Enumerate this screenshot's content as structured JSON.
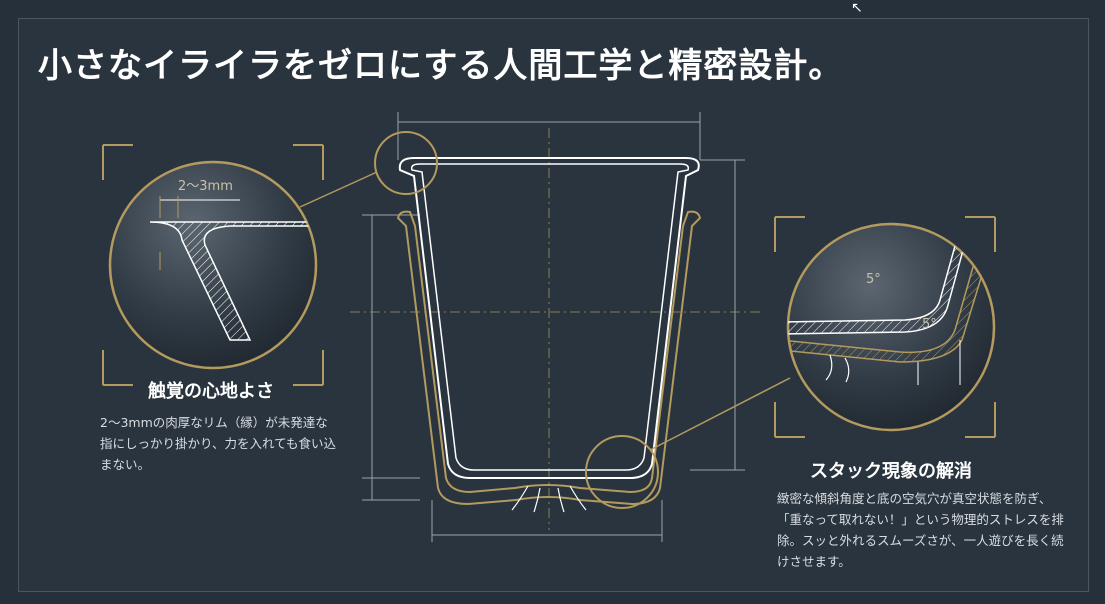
{
  "title": "小さなイライラをゼロにする人間工学と精密設計。",
  "left_callout": {
    "heading": "触覚の心地よさ",
    "body": "2〜3mmの肉厚なリム（縁）が未発達な指にしっかり掛かり、力を入れても食い込まない。",
    "dimension_label": "2〜3mm"
  },
  "right_callout": {
    "heading": "スタック現象の解消",
    "body": "緻密な傾斜角度と底の空気穴が真空状態を防ぎ、「重なって取れない！」という物理的ストレスを排除。スッと外れるスムーズさが、一人遊びを長く続けさせます。",
    "angle_label_1": "5°",
    "angle_label_2": "5°"
  },
  "colors": {
    "background": "#26303a",
    "line_white": "#ffffff",
    "line_gold": "#b39a5e",
    "guide": "#8b7d55"
  }
}
